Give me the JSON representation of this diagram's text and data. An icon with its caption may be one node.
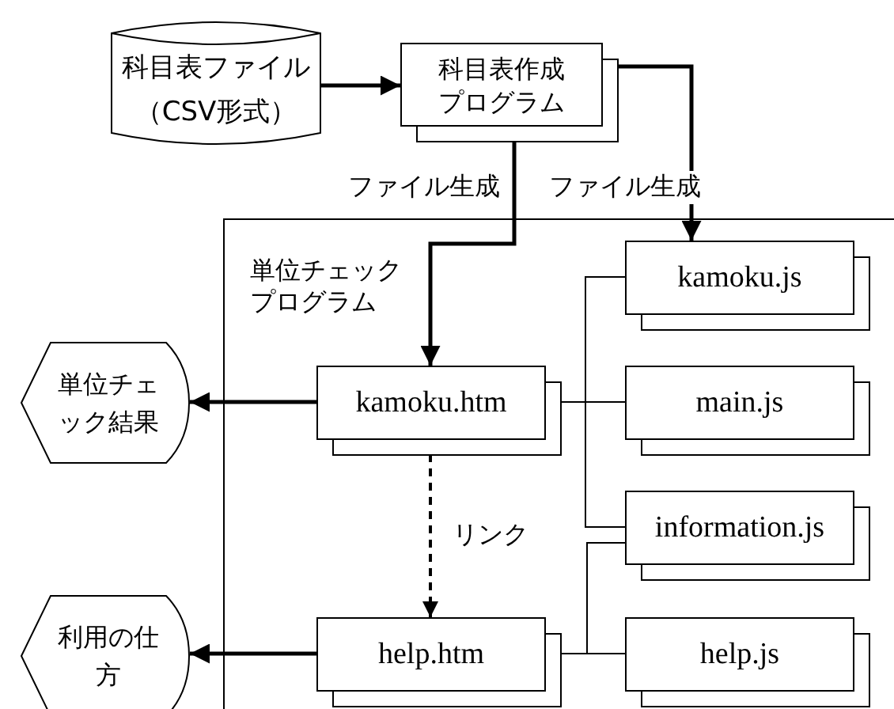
{
  "diagram": {
    "nodes": [
      {
        "text": [
          "科目表ファイル（CSV形式）"
        ]
      },
      {
        "text": [
          "科目表作成プログラム"
        ]
      },
      {
        "text": [
          "単位チェックプログラム"
        ]
      },
      {
        "text": [
          "kamoku.htm"
        ],
        "in": 2
      },
      {
        "text": [
          "help.htm"
        ],
        "in": 2
      },
      {
        "text": [
          "kamoku.js"
        ],
        "in": 2
      },
      {
        "text": [
          "main.js"
        ],
        "in": 2
      },
      {
        "text": [
          "information.js"
        ],
        "in": 2
      },
      {
        "text": [
          "help.js"
        ],
        "in": 2
      },
      {
        "text": [
          "単位チェック結果"
        ]
      },
      {
        "text": [
          "利用の仕方"
        ]
      }
    ],
    "edges": [
      {
        "from": 0,
        "to": 1,
        "arrow": "to"
      },
      {
        "from": 1,
        "to": 3,
        "arrow": "to",
        "label": "ファイル生成"
      },
      {
        "from": 1,
        "to": 5,
        "arrow": "to",
        "label": "ファイル生成"
      },
      {
        "from": 3,
        "to": 9,
        "arrow": "to"
      },
      {
        "from": 4,
        "to": 10,
        "arrow": "to"
      },
      {
        "from": 3,
        "to": 4,
        "arrow": "both",
        "style": "dashed",
        "label": "リンク"
      },
      {
        "from": 3,
        "to": 5,
        "arrow": "none"
      },
      {
        "from": 3,
        "to": 6,
        "arrow": "none"
      },
      {
        "from": 3,
        "to": 7,
        "arrow": "none"
      },
      {
        "from": 4,
        "to": 7,
        "arrow": "none"
      },
      {
        "from": 4,
        "to": 8,
        "arrow": "none"
      }
    ]
  }
}
